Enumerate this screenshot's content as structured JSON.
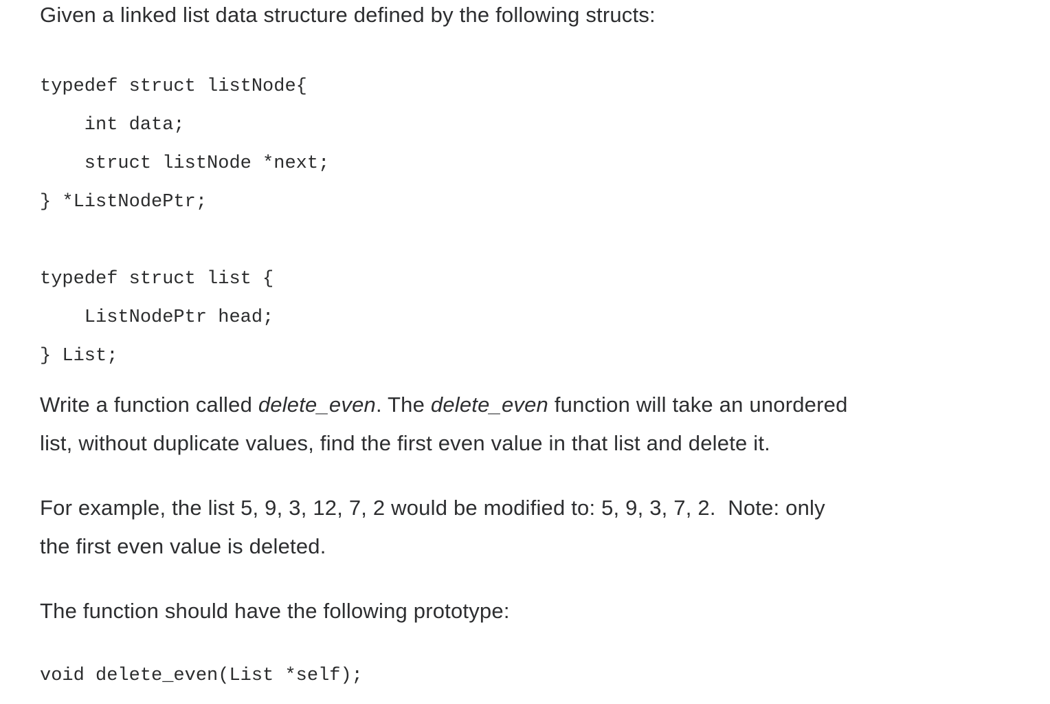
{
  "page": {
    "background_color": "#ffffff",
    "text_color": "#2d2e30"
  },
  "intro": {
    "segments": [
      {
        "text": "Given a linked list data structure defined by the following structs:"
      }
    ]
  },
  "code_structs": {
    "lines": [
      "typedef struct listNode{",
      "    int data;",
      "    struct listNode *next;",
      "} *ListNodePtr;",
      "",
      "typedef struct list {",
      "    ListNodePtr head;",
      "} List;"
    ]
  },
  "task": {
    "segments": [
      {
        "text": "Write a function called "
      },
      {
        "text": "delete_even",
        "italic": true
      },
      {
        "text": ". The "
      },
      {
        "text": "delete_even",
        "italic": true
      },
      {
        "text": " function will take an unordered"
      },
      {
        "br": true
      },
      {
        "text": "list, without duplicate values, find the first even value in that list and delete it."
      }
    ]
  },
  "example": {
    "segments": [
      {
        "text": "For example, the list 5, 9, 3, 12, 7, 2 would be modified to: 5, 9, 3, 7, 2.  Note: only"
      },
      {
        "br": true
      },
      {
        "text": "the first even value is deleted."
      }
    ]
  },
  "prototype_intro": {
    "text": "The function should have the following prototype:"
  },
  "code_prototype": {
    "lines": [
      "void delete_even(List *self);"
    ]
  }
}
